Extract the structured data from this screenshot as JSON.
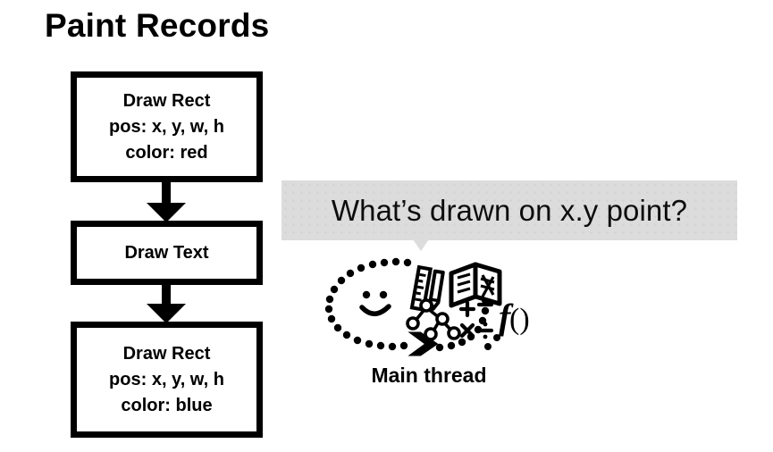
{
  "slide": {
    "title": "Paint Records",
    "background_color": "#ffffff",
    "ink_color": "#000000"
  },
  "paint_records": {
    "boxes": [
      {
        "id": "draw-rect-red",
        "lines": [
          "Draw Rect",
          "pos: x, y, w, h",
          "color: red"
        ],
        "line1": "Draw Rect",
        "line2": "pos: x, y, w, h",
        "line3": "color: red"
      },
      {
        "id": "draw-text",
        "lines": [
          "Draw Text"
        ],
        "line1": "Draw Text"
      },
      {
        "id": "draw-rect-blue",
        "lines": [
          "Draw Rect",
          "pos: x, y, w, h",
          "color: blue"
        ],
        "line1": "Draw Rect",
        "line2": "pos: x, y, w, h",
        "line3": "color: blue"
      }
    ],
    "connectors": [
      {
        "id": "arrow-1",
        "from": "draw-rect-red",
        "to": "draw-text",
        "direction": "down"
      },
      {
        "id": "arrow-2",
        "from": "draw-text",
        "to": "draw-rect-blue",
        "direction": "down"
      }
    ]
  },
  "speech_bubble": {
    "text": "What’s drawn on x.y point?",
    "background_color": "#dcdcdc",
    "text_color": "#0d0d0d",
    "tail": "down"
  },
  "thinking": {
    "label": "Main thread",
    "icons": [
      "dotted-oval-icon",
      "smiley-face-icon",
      "chevron-arrow-icon",
      "ruler-icon",
      "pencil-icon",
      "open-book-icon",
      "tree-diagram-icon",
      "math-symbols-icon",
      "function-notation-icon"
    ],
    "math_symbols": "+ − × ÷",
    "function_notation": "f()"
  }
}
